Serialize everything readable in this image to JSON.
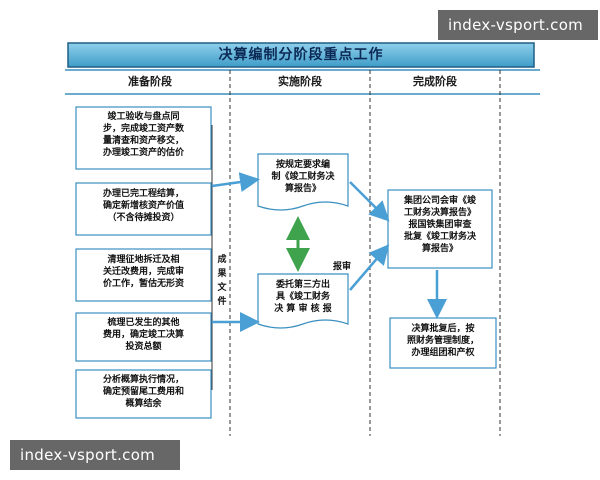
{
  "title": "决算编制分阶段重点工作",
  "phases": [
    "准备阶段",
    "实施阶段",
    "完成阶段"
  ],
  "prep_boxes": [
    "竣工验收与盘点同\n步，完成竣工资产数\n量清查和资产移交，\n办理竣工资产的估价",
    "办理已完工程结算，\n确定新增核资产价值\n（不含待摊投资）",
    "清理征地拆迁及相\n关迁改费用，完成审\n价工作，暂估无形资",
    "梳理已发生的其他\n费用，确定竣工决算\n投资总额",
    "分析概算执行情况，\n确定预留尾工费用和\n概算结余"
  ],
  "impl_boxes": [
    "按规定要求编\n制《竣工财务决\n算报告》",
    "委托第三方出\n具《竣工财务\n决 算 审 核 报"
  ],
  "done_boxes": [
    "集团公司会审《竣\n工财务决算报告》\n报国铁集团审查\n批复《竣工财务决\n算报告》",
    "决算批复后，按\n照财务管理制度，\n办理组团和产权"
  ],
  "side_label": "成\n果\n文\n件",
  "report_label": "报审",
  "watermark": "index-vsport.com",
  "colors": {
    "header_fill": "#5fb4d8",
    "line_blue": "#3a8fc0",
    "arrow_blue": "#4a9fd4"
  }
}
